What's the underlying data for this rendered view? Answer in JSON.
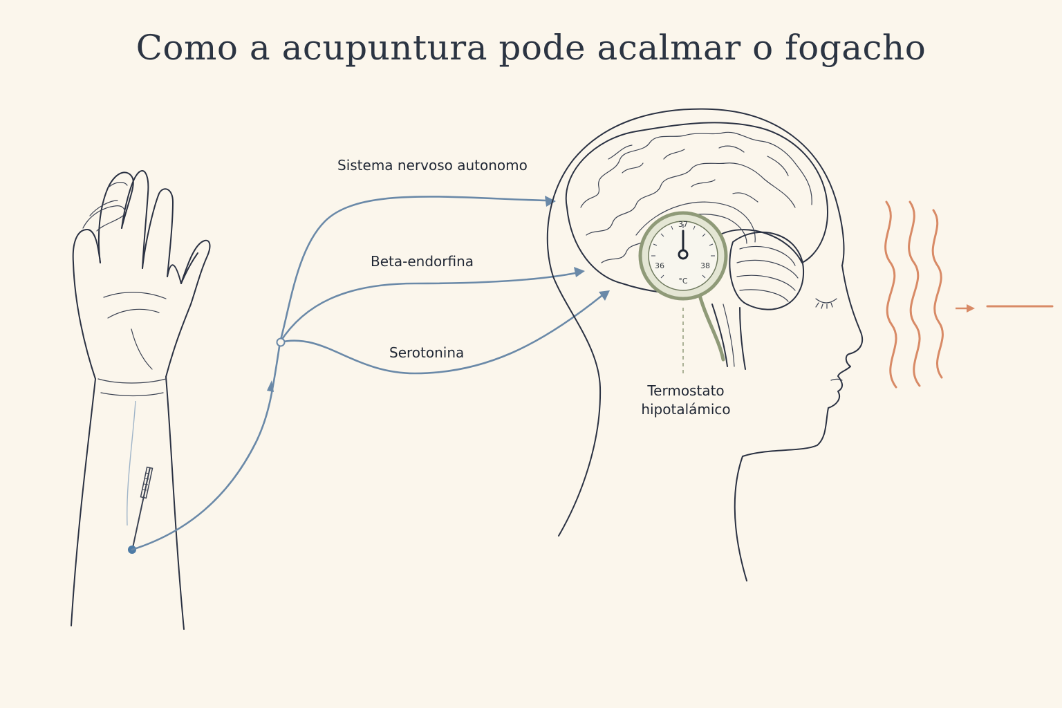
{
  "title": "Como a acupuntura pode acalmar o fogacho",
  "labels": {
    "autonomic": "Sistema nervoso autonomo",
    "beta": "Beta-endorfina",
    "serotonin": "Serotonina",
    "thermostat_line1": "Termostato",
    "thermostat_line2": "hipotalámico"
  },
  "gauge": {
    "top": "37",
    "left": "36",
    "right": "38",
    "unit": "°C"
  },
  "colors": {
    "background": "#fbf6ec",
    "ink": "#2a3142",
    "nerve": "#6a89a8",
    "heat": "#d88a66",
    "gauge_ring": "#8f9a78"
  }
}
